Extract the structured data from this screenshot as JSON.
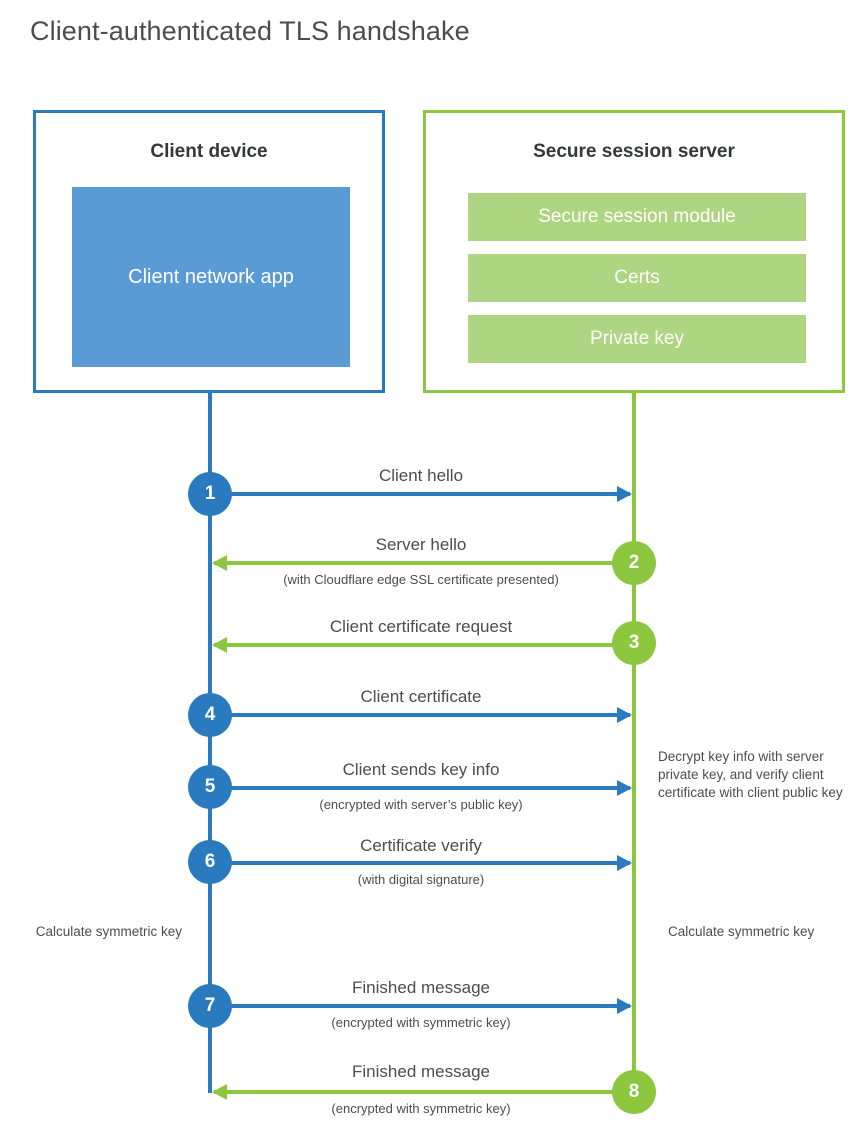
{
  "title": "Client-authenticated TLS handshake",
  "colors": {
    "client_blue": "#2a7ac0",
    "client_app_fill": "#5b9bd5",
    "server_green": "#8dc63f",
    "server_bar_fill": "#aed581",
    "text_gray": "#4d4d4d",
    "heading_gray": "#35383a",
    "background": "#ffffff"
  },
  "client": {
    "title": "Client device",
    "app_label": "Client network app"
  },
  "server": {
    "title": "Secure session server",
    "components": [
      "Secure session module",
      "Certs",
      "Private key"
    ]
  },
  "steps": [
    {
      "number": "1",
      "from": "client",
      "to": "server",
      "label": "Client hello",
      "sublabel": ""
    },
    {
      "number": "2",
      "from": "server",
      "to": "client",
      "label": "Server hello",
      "sublabel": "(with Cloudflare edge SSL certificate presented)"
    },
    {
      "number": "3",
      "from": "server",
      "to": "client",
      "label": "Client certificate request",
      "sublabel": ""
    },
    {
      "number": "4",
      "from": "client",
      "to": "server",
      "label": "Client certificate",
      "sublabel": ""
    },
    {
      "number": "5",
      "from": "client",
      "to": "server",
      "label": "Client sends key info",
      "sublabel": "(encrypted with server’s public key)"
    },
    {
      "number": "6",
      "from": "client",
      "to": "server",
      "label": "Certificate verify",
      "sublabel": "(with digital signature)"
    },
    {
      "number": "7",
      "from": "client",
      "to": "server",
      "label": "Finished message",
      "sublabel": "(encrypted with symmetric key)"
    },
    {
      "number": "8",
      "from": "server",
      "to": "client",
      "label": "Finished message",
      "sublabel": "(encrypted with symmetric key)"
    }
  ],
  "notes": {
    "decrypt": "Decrypt key info with server private key, and verify client certificate with client public key",
    "calculate_client": "Calculate symmetric key",
    "calculate_server": "Calculate symmetric key"
  }
}
